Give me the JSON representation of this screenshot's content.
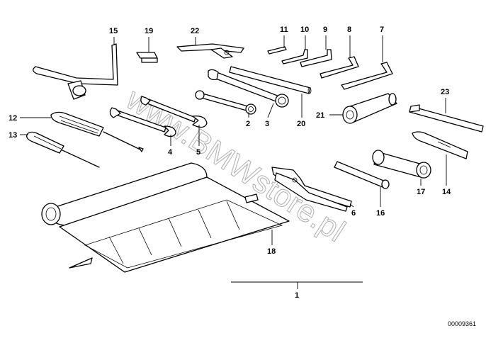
{
  "diagram": {
    "watermark": "www.BMWstore.pl",
    "drawing_number": "00009361",
    "parts": [
      {
        "id": "p1",
        "label": "1"
      },
      {
        "id": "p2",
        "label": "2"
      },
      {
        "id": "p3",
        "label": "3"
      },
      {
        "id": "p4",
        "label": "4"
      },
      {
        "id": "p5",
        "label": "5"
      },
      {
        "id": "p6",
        "label": "6"
      },
      {
        "id": "p7",
        "label": "7"
      },
      {
        "id": "p8",
        "label": "8"
      },
      {
        "id": "p9",
        "label": "9"
      },
      {
        "id": "p10",
        "label": "10"
      },
      {
        "id": "p11",
        "label": "11"
      },
      {
        "id": "p12",
        "label": "12"
      },
      {
        "id": "p13",
        "label": "13"
      },
      {
        "id": "p14",
        "label": "14"
      },
      {
        "id": "p15",
        "label": "15"
      },
      {
        "id": "p16",
        "label": "16"
      },
      {
        "id": "p17",
        "label": "17"
      },
      {
        "id": "p18",
        "label": "18"
      },
      {
        "id": "p19",
        "label": "19"
      },
      {
        "id": "p20",
        "label": "20"
      },
      {
        "id": "p21",
        "label": "21"
      },
      {
        "id": "p22",
        "label": "22"
      },
      {
        "id": "p23",
        "label": "23"
      }
    ]
  }
}
